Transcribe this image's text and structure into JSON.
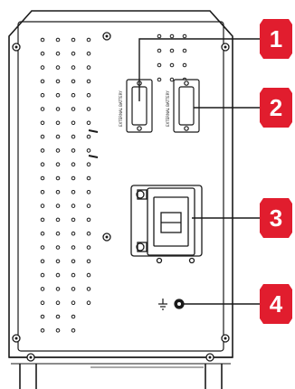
{
  "callouts": [
    {
      "number": "1",
      "target": "battery-port-left"
    },
    {
      "number": "2",
      "target": "battery-port-right"
    },
    {
      "number": "3",
      "target": "input-breaker"
    },
    {
      "number": "4",
      "target": "ground-screw"
    }
  ],
  "port_labels": {
    "left": "EXTERNAL BATTERY",
    "right": "EXTERNAL BATTERY"
  },
  "colors": {
    "callout_fill": "#e11d2e",
    "outline": "#1a1a1a",
    "panel": "#ffffff"
  }
}
